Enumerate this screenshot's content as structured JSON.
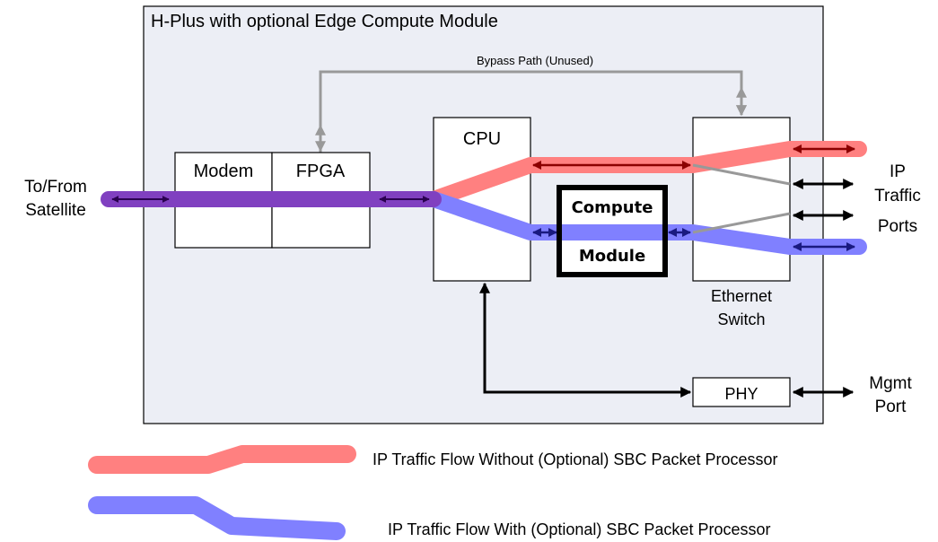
{
  "diagram": {
    "title": "H-Plus with optional Edge Compute Module",
    "bypass_label": "Bypass Path (Unused)",
    "satellite_label": [
      "To/From",
      "Satellite"
    ],
    "modem_label": "Modem",
    "fpga_label": "FPGA",
    "cpu_label": "CPU",
    "compute_label": [
      "Compute",
      "Module"
    ],
    "switch_label": [
      "Ethernet",
      "Switch"
    ],
    "phy_label": "PHY",
    "ip_ports_label": [
      "IP",
      "Traffic",
      "Ports"
    ],
    "mgmt_label": [
      "Mgmt",
      "Port"
    ]
  },
  "legend": {
    "red_label": "IP Traffic Flow Without (Optional) SBC Packet Processor",
    "blue_label": "IP Traffic Flow With (Optional) SBC Packet Processor"
  },
  "colors": {
    "red_flow": "#ff8080",
    "blue_flow": "#8080ff",
    "purple_flow": "#8040c0",
    "gray_line": "#999999",
    "panel_bg": "#eceef5"
  }
}
